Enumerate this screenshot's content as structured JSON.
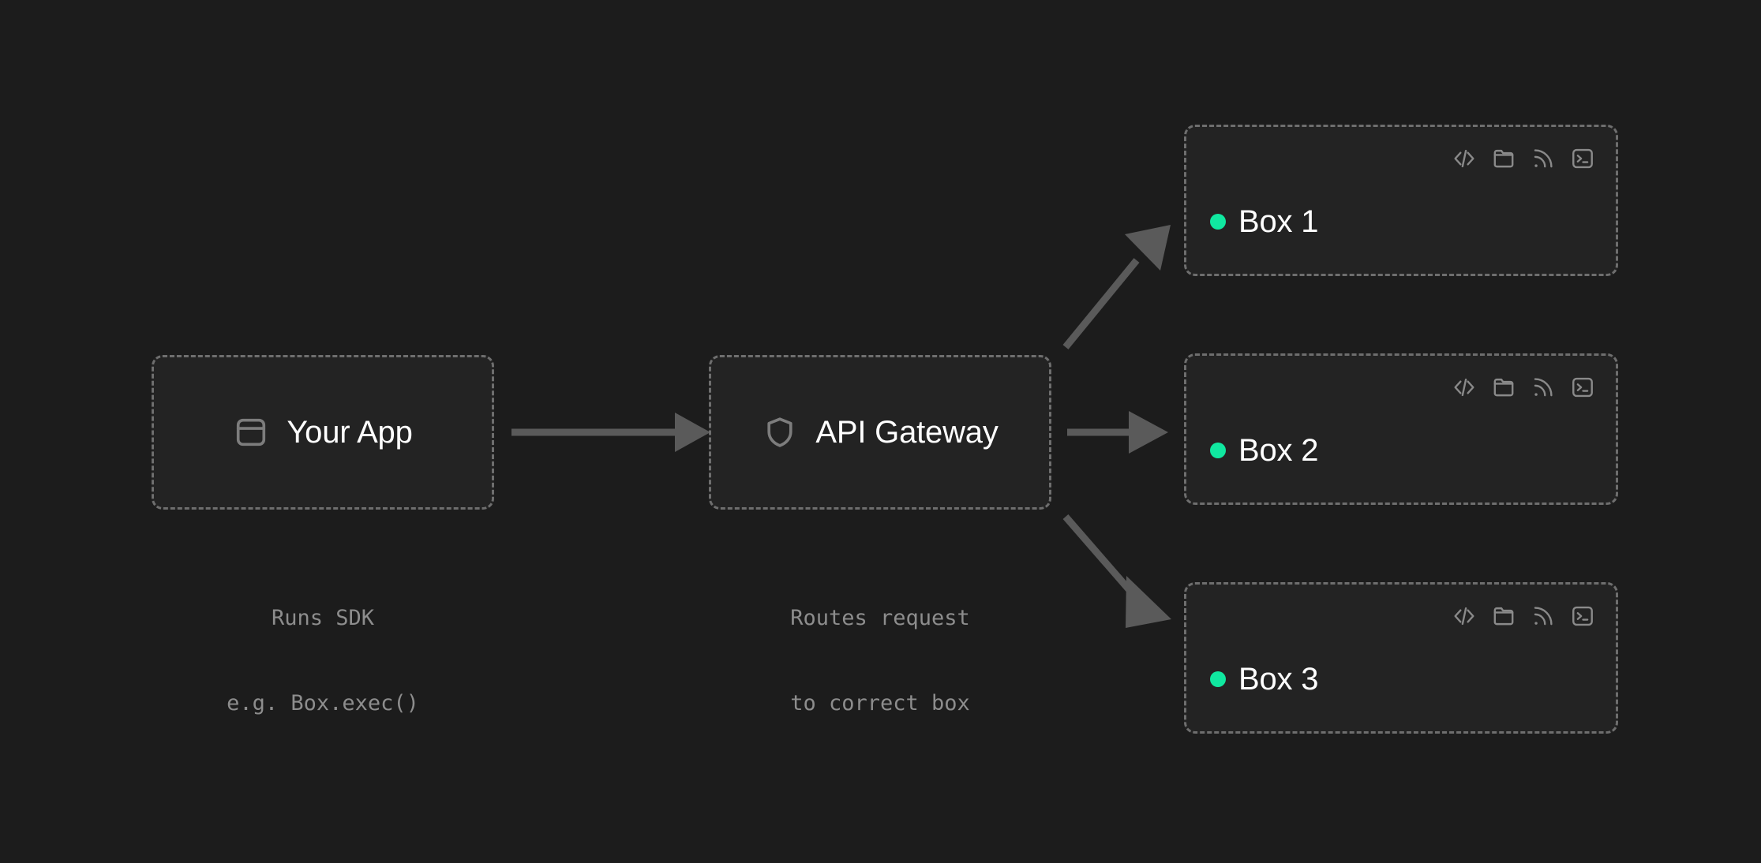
{
  "diagram": {
    "background_color": "#1c1c1c",
    "node_fill_color": "#232323",
    "node_border_color": "#6e6e6e",
    "accent_color": "#10e8a0",
    "icon_color": "#8a8a8a",
    "text_color": "#ffffff",
    "caption_color": "#8d8d8d"
  },
  "nodes": {
    "app": {
      "label": "Your App",
      "icon": "panel-icon",
      "caption_line1": "Runs SDK",
      "caption_line2": "e.g. Box.exec()"
    },
    "gateway": {
      "label": "API Gateway",
      "icon": "shield-icon",
      "caption_line1": "Routes request",
      "caption_line2": "to correct box"
    }
  },
  "boxes": [
    {
      "label": "Box 1",
      "status": "online",
      "status_color": "#10e8a0",
      "icons": [
        "code-icon",
        "folder-icon",
        "wifi-icon",
        "terminal-icon"
      ]
    },
    {
      "label": "Box 2",
      "status": "online",
      "status_color": "#10e8a0",
      "icons": [
        "code-icon",
        "folder-icon",
        "wifi-icon",
        "terminal-icon"
      ]
    },
    {
      "label": "Box 3",
      "status": "online",
      "status_color": "#10e8a0",
      "icons": [
        "code-icon",
        "folder-icon",
        "wifi-icon",
        "terminal-icon"
      ]
    }
  ],
  "arrows": [
    {
      "from": "app",
      "to": "gateway",
      "direction": "right"
    },
    {
      "from": "gateway",
      "to": "box-1",
      "direction": "up-right"
    },
    {
      "from": "gateway",
      "to": "box-2",
      "direction": "right"
    },
    {
      "from": "gateway",
      "to": "box-3",
      "direction": "down-right"
    }
  ]
}
